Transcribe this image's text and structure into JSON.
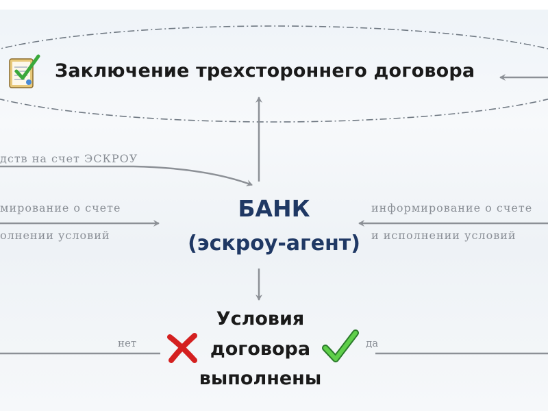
{
  "diagram": {
    "title": "Заключение трехстороннего договора",
    "bank_name": "БАНК",
    "bank_role": "(эскроу-агент)",
    "deposit_note": "дств на счет ЭСКРОУ",
    "info_left_line1": "мирование о счете",
    "info_left_line2": "олнении условий",
    "info_right_line1": "информирование о счете",
    "info_right_line2": "и исполнении условий",
    "condition_line1": "Условия",
    "condition_line2": "договора",
    "condition_line3": "выполнены",
    "no_label": "нет",
    "yes_label": "да"
  },
  "icons": {
    "contract": "contract-check-icon",
    "cross": "red-cross-icon",
    "check": "green-check-icon"
  },
  "colors": {
    "bank_text": "#1f3864",
    "arrows": "#8c9096",
    "cross": "#d42020",
    "check": "#2fa82f"
  }
}
